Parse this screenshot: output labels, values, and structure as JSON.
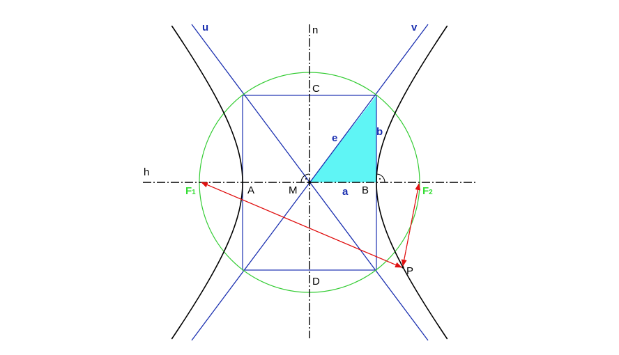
{
  "colors": {
    "hyperbola": "#000000",
    "asymptotes": "#1a2fb0",
    "circle": "#33cc33",
    "triangle_fill": "#5ff5f5",
    "focal_rays": "#e01010",
    "axes": "#000000"
  },
  "labels": {
    "axis_h": "h",
    "axis_n": "n",
    "asym_u": "u",
    "asym_v": "v",
    "vertex_A": "A",
    "vertex_B": "B",
    "center_M": "M",
    "point_C": "C",
    "point_D": "D",
    "point_P": "P",
    "focus_1": "F",
    "focus_1_sub": "1",
    "focus_2": "F",
    "focus_2_sub": "2",
    "seg_a": "a",
    "seg_b": "b",
    "seg_e": "e"
  }
}
